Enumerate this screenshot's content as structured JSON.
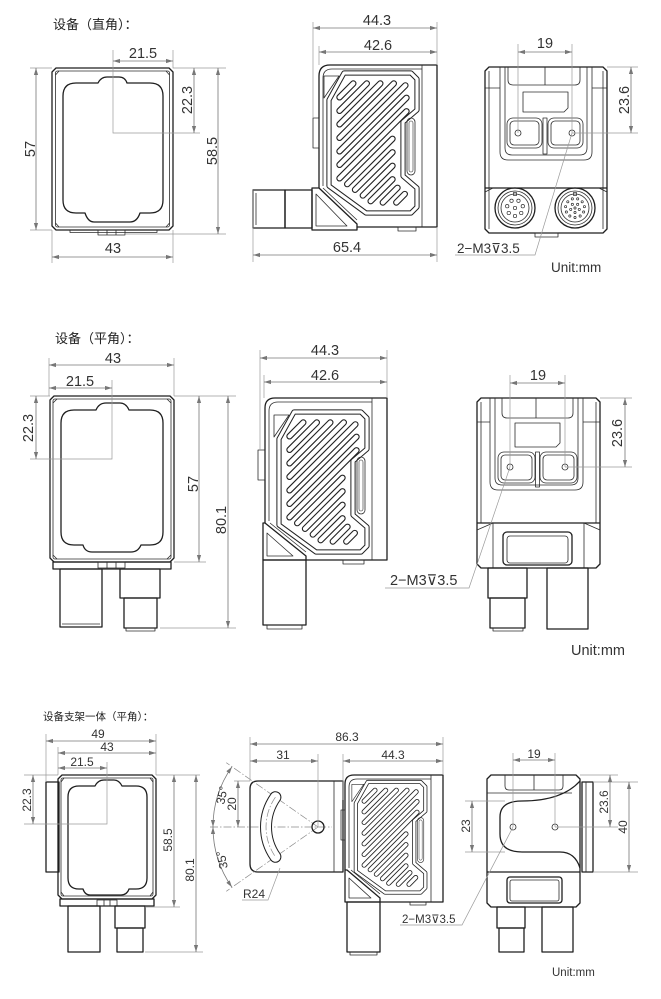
{
  "right_angle": {
    "title": "设备（直角）：",
    "front": {
      "half_width": "21.5",
      "center_height": "22.3",
      "body_height": "57",
      "total_height": "58.5",
      "width": "43"
    },
    "side": {
      "depth_total": "44.3",
      "depth_body": "42.6",
      "length_with_connector": "65.4"
    },
    "back": {
      "hole_spacing": "19",
      "hole_height": "23.6",
      "thread_note": "2−M3⊽3.5",
      "unit": "Unit:mm"
    }
  },
  "flat_angle": {
    "title": "设备（平角）：",
    "front": {
      "width": "43",
      "half_width": "21.5",
      "center_height": "22.3",
      "body_height": "57",
      "total_height": "80.1"
    },
    "side": {
      "depth_total": "44.3",
      "depth_body": "42.6"
    },
    "back": {
      "hole_spacing": "19",
      "hole_height": "23.6",
      "thread_note": "2−M3⊽3.5",
      "unit": "Unit:mm"
    }
  },
  "bracket_flat": {
    "title": "设备支架一体（平角）：",
    "front": {
      "width_with_bracket": "49",
      "width": "43",
      "half_width": "21.5",
      "center_height": "22.3",
      "body_height": "58.5",
      "total_height": "80.1"
    },
    "side": {
      "overall_length": "86.3",
      "pivot_offset": "31",
      "depth_total": "44.3",
      "angle_up": "35°",
      "angle_down": "35°",
      "pivot_height": "20",
      "slot_radius": "R24"
    },
    "back": {
      "hole_spacing": "19",
      "hole_vertical_spacing": "23",
      "hole_height": "23.6",
      "bracket_height": "40",
      "thread_note": "2−M3⊽3.5",
      "unit": "Unit:mm"
    }
  }
}
